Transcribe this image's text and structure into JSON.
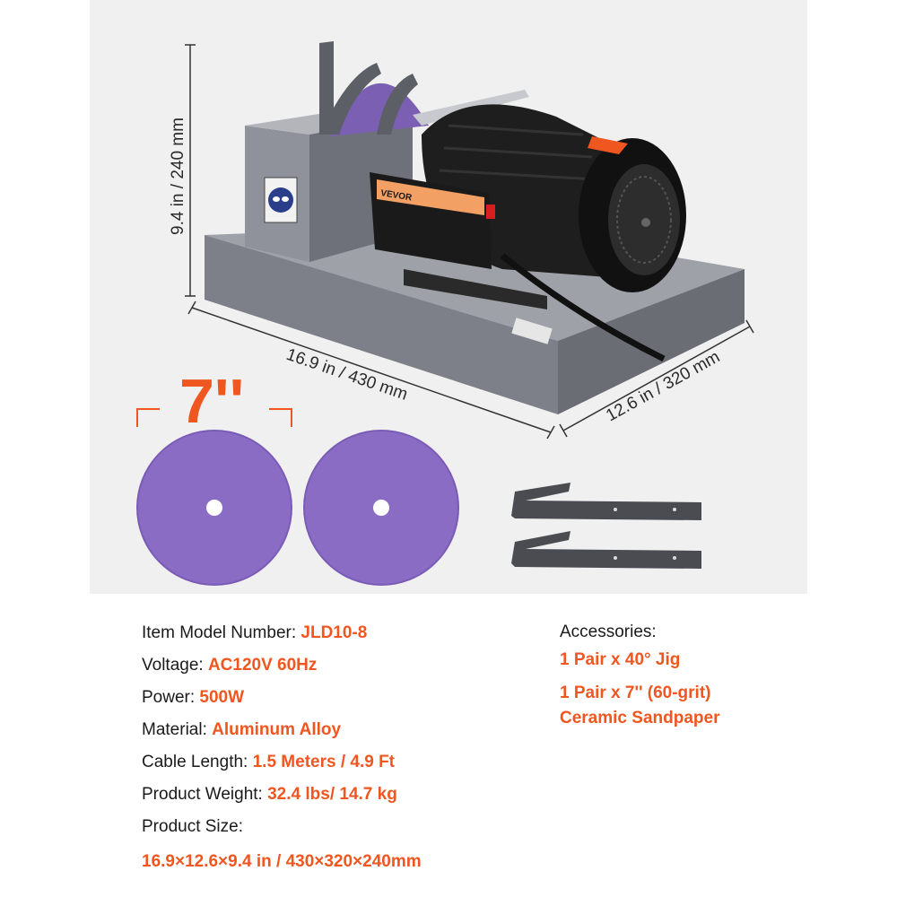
{
  "dimensions": {
    "height": "9.4 in / 240 mm",
    "length": "16.9 in / 430 mm",
    "width": "12.6 in / 320 mm"
  },
  "disc_size": "7''",
  "brand_label": "VEVOR",
  "specs": [
    {
      "label": "Item Model Number:",
      "value": "JLD10-8"
    },
    {
      "label": "Voltage:",
      "value": "AC120V 60Hz"
    },
    {
      "label": "Power:",
      "value": "500W"
    },
    {
      "label": "Material:",
      "value": "Aluminum Alloy"
    },
    {
      "label": "Cable Length:",
      "value": "1.5 Meters / 4.9 Ft"
    },
    {
      "label": "Product Weight:",
      "value": "32.4 lbs/ 14.7 kg"
    }
  ],
  "product_size": {
    "label": "Product Size:",
    "value": "16.9×12.6×9.4 in / 430×320×240mm"
  },
  "accessories": {
    "title": "Accessories:",
    "items": [
      "1 Pair x 40° Jig",
      "1 Pair x  7'' (60-grit)",
      "Ceramic Sandpaper"
    ]
  },
  "colors": {
    "accent": "#f0561f",
    "panel_bg": "#f0f0f0",
    "disc_purple": "#8a6cc4",
    "machine_gray": "#8a8d94",
    "motor_black": "#1b1b1b"
  }
}
